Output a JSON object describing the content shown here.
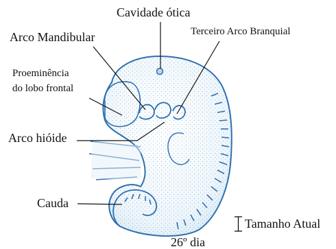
{
  "labels": {
    "otic_cavity": "Cavidade ótica",
    "mandibular_arch": "Arco Mandibular",
    "third_branchial_arch": "Terceiro Arco Branquial",
    "frontal_prominence_line1": "Proeminência",
    "frontal_prominence_line2": "do lobo frontal",
    "hyoid_arch": "Arco hióide",
    "tail": "Cauda",
    "actual_size": "Tamanho Atual",
    "day": "26º dia"
  },
  "colors": {
    "embryo_fill": "#e9f3fa",
    "embryo_outline": "#2d6fae",
    "stipple": "#4a8cc4",
    "leader": "#111111"
  }
}
